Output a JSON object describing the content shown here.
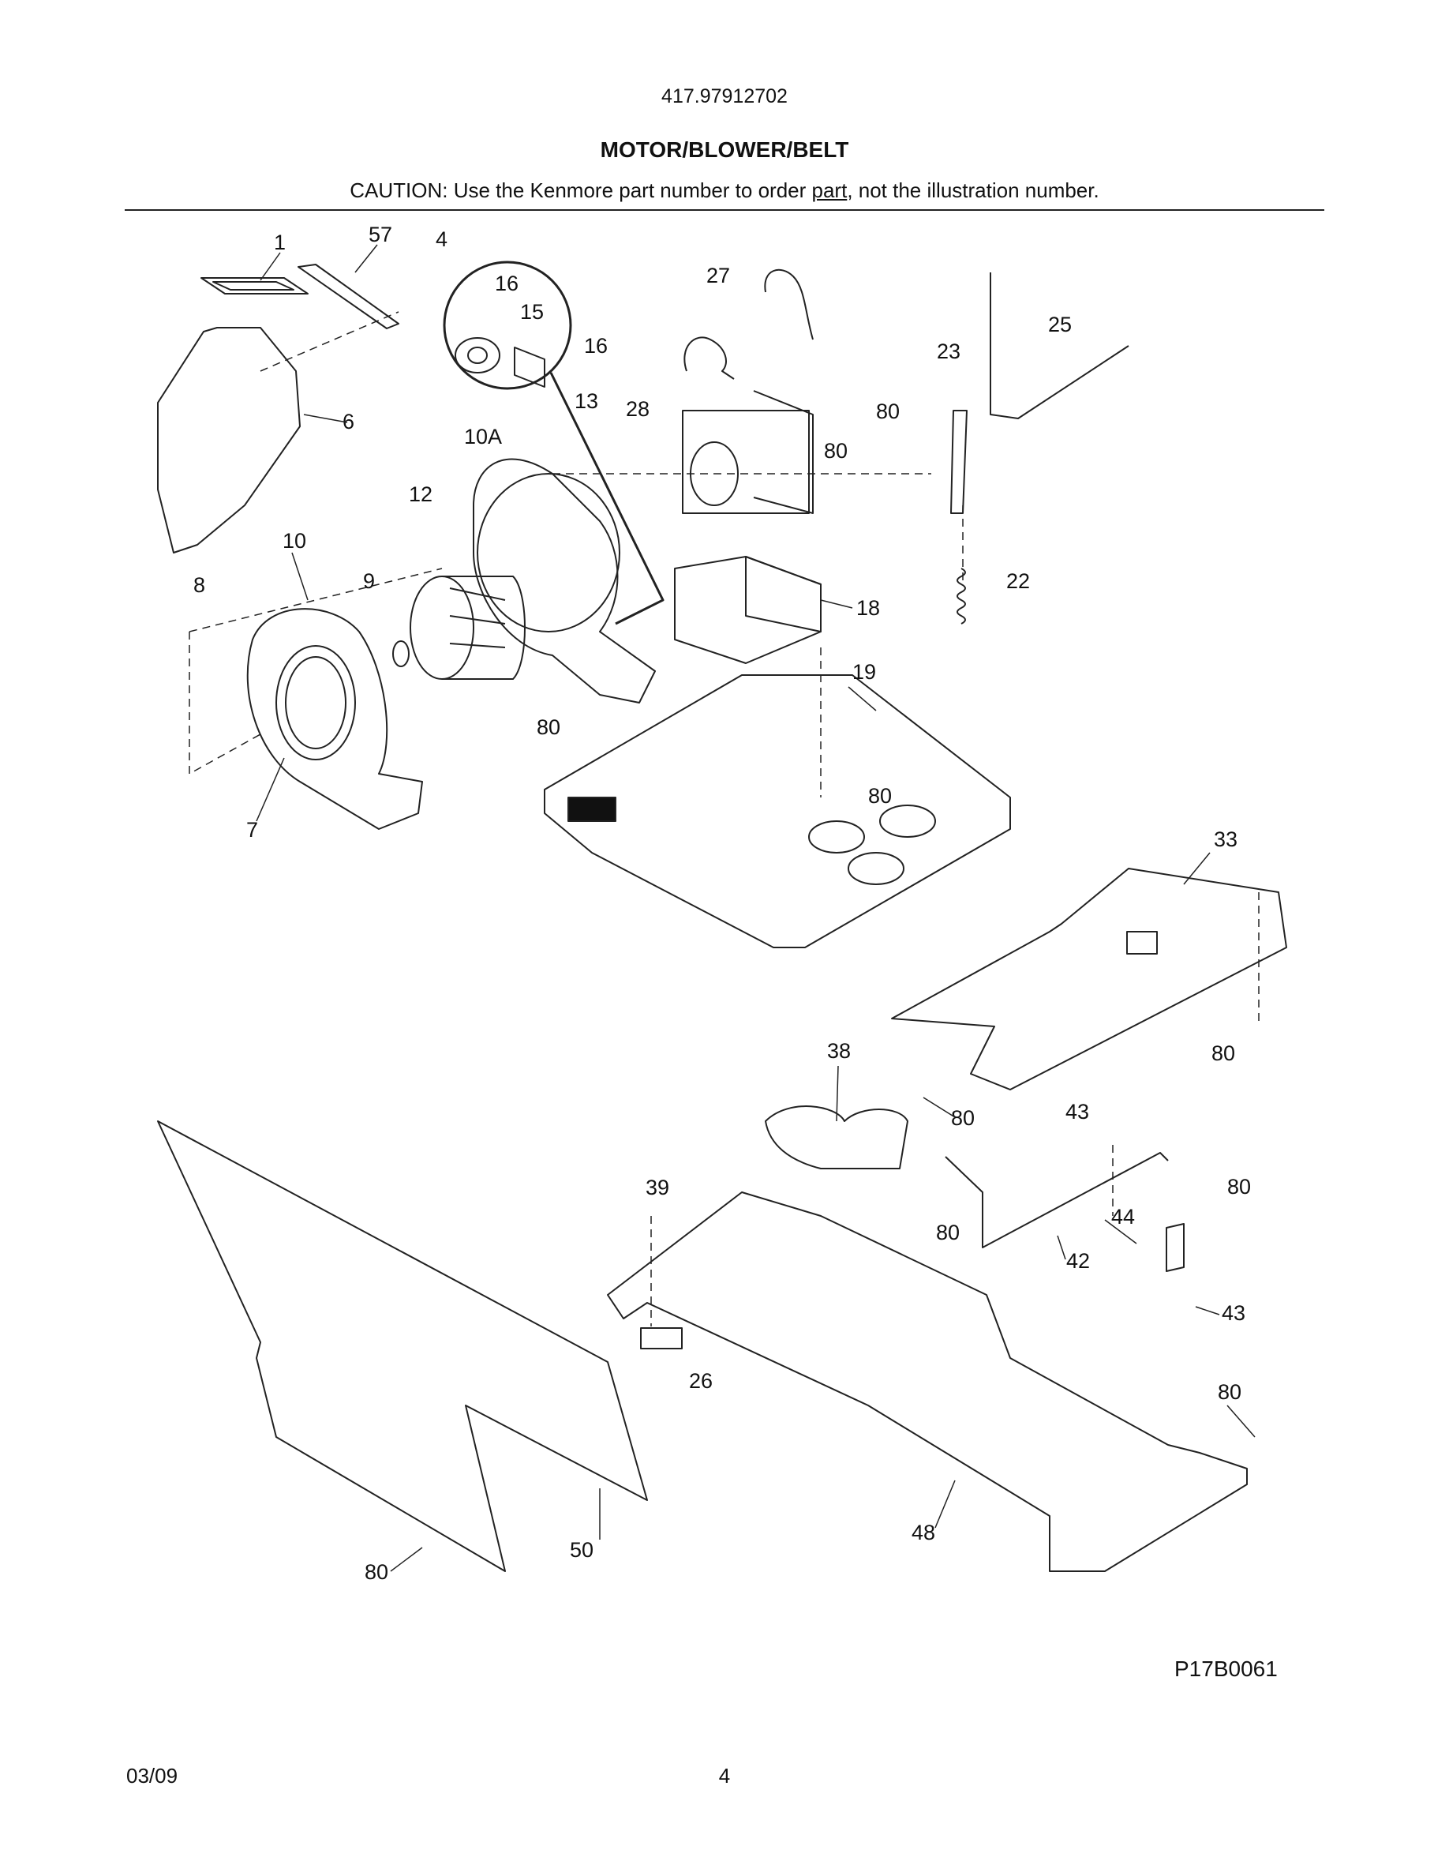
{
  "header": {
    "model_number": "417.97912702",
    "section_title": "MOTOR/BLOWER/BELT",
    "caution_before": "CAUTION: Use the Kenmore part number to order ",
    "caution_underlined": "part",
    "caution_after": ", not the illustration number."
  },
  "diagram": {
    "labels": [
      "1",
      "57",
      "4",
      "16",
      "15",
      "16",
      "13",
      "27",
      "25",
      "23",
      "28",
      "80",
      "80",
      "6",
      "10A",
      "12",
      "10",
      "8",
      "9",
      "18",
      "22",
      "19",
      "80",
      "80",
      "7",
      "33",
      "38",
      "80",
      "80",
      "43",
      "39",
      "80",
      "44",
      "80",
      "42",
      "43",
      "26",
      "80",
      "50",
      "48",
      "80"
    ]
  },
  "footer": {
    "drawing_code": "P17B0061",
    "date": "03/09",
    "page_number": "4"
  }
}
